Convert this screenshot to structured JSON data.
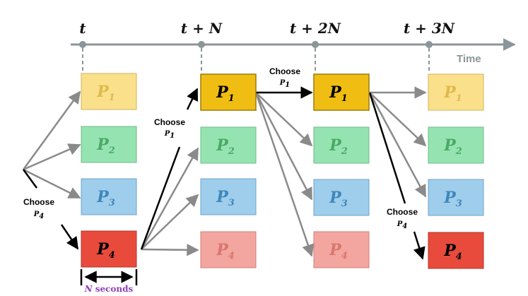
{
  "time_labels": [
    "t",
    "t + N",
    "t + 2N",
    "t + 3N"
  ],
  "axis_label": "Time",
  "colors": {
    "p1_faded": "#fbe08c",
    "p1_active": "#f0be12",
    "p2": "#96e3b2",
    "p3": "#9fcdec",
    "p4_faded": "#f3a59f",
    "p4_active": "#e84b3c",
    "axis": "#8a9699",
    "arrow_gray": "#8a8a8a"
  },
  "process_letter": "P",
  "process_indices": [
    "1",
    "2",
    "3",
    "4"
  ],
  "choose": {
    "word": "Choose",
    "p4_letter": "P",
    "p4_index": "4",
    "p1_letter": "P",
    "p1_index": "1"
  },
  "duration": {
    "n": "N",
    "unit": "seconds"
  }
}
